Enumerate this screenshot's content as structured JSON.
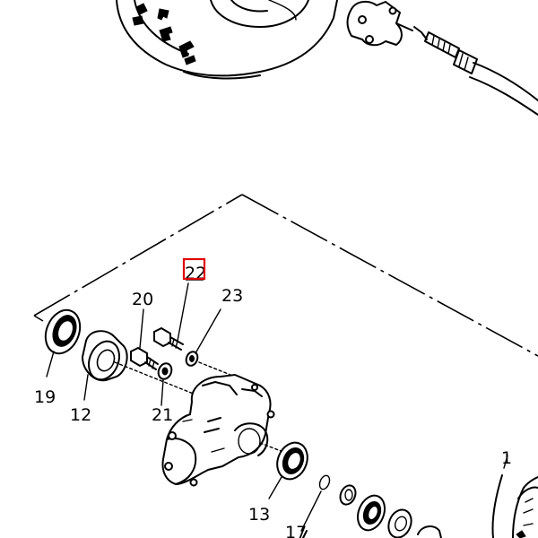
{
  "callouts": [
    {
      "id": "c22",
      "text": "22",
      "highlight": true
    },
    {
      "id": "c20",
      "text": "20"
    },
    {
      "id": "c23",
      "text": "23"
    },
    {
      "id": "c19",
      "text": "19"
    },
    {
      "id": "c12",
      "text": "12"
    },
    {
      "id": "c21",
      "text": "21"
    },
    {
      "id": "c13",
      "text": "13"
    },
    {
      "id": "c17",
      "text": "17"
    },
    {
      "id": "c1",
      "text": "1"
    }
  ],
  "colors": {
    "line": "#000000",
    "background": "#ffffff",
    "highlight": "#e00000"
  }
}
